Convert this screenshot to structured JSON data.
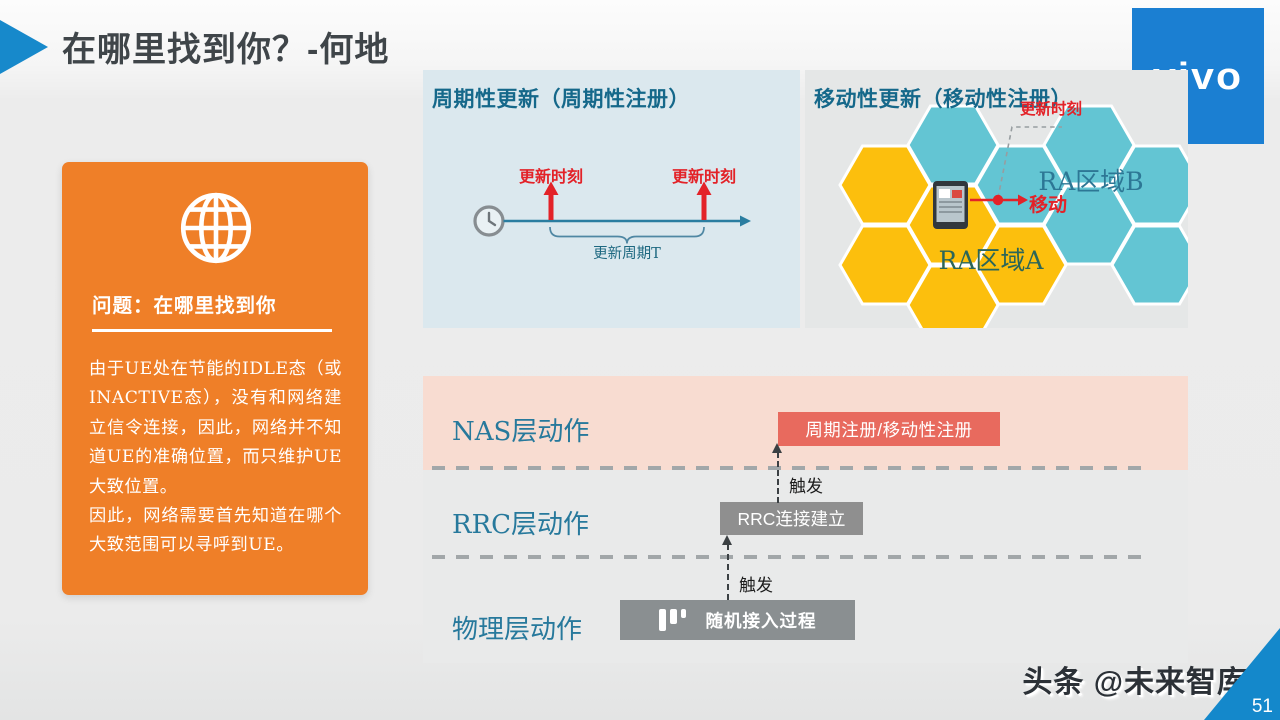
{
  "header": {
    "title": "在哪里找到你？-何地",
    "logo": "vivo"
  },
  "problem_card": {
    "heading": "问题：在哪里找到你",
    "paragraph_1": "由于UE处在节能的IDLE态（或INACTIVE态），没有和网络建立信令连接，因此，网络并不知道UE的准确位置，而只维护UE大致位置。",
    "paragraph_2": "因此，网络需要首先知道在哪个大致范围可以寻呼到UE。"
  },
  "periodic_panel": {
    "title": "周期性更新（周期性注册）",
    "update_marker_1": "更新时刻",
    "update_marker_2": "更新时刻",
    "period_label": "更新周期T"
  },
  "mobility_panel": {
    "title": "移动性更新（移动性注册）",
    "update_marker": "更新时刻",
    "move_label": "移动",
    "ra_area_a": "RA区域A",
    "ra_area_b": "RA区域B"
  },
  "layer_diagram": {
    "rows": [
      {
        "label": "NAS层动作",
        "box": "周期注册/移动性注册"
      },
      {
        "label": "RRC层动作",
        "box": "RRC连接建立"
      },
      {
        "label": "物理层动作",
        "box": "随机接入过程"
      }
    ],
    "trigger_label_1": "触发",
    "trigger_label_2": "触发"
  },
  "footer": {
    "watermark": "头条 @未来智库",
    "page_number": "51"
  },
  "colors": {
    "accent_blue": "#1789cb",
    "vivo_blue": "#1b7fd2",
    "card_orange": "#ef7f28",
    "panel_blue_bg": "#dbe8ee",
    "panel_gray_bg": "#e5e7e7",
    "panel_title_teal": "#15688a",
    "hex_yellow": "#fcbf0d",
    "hex_cyan": "#63c5d3",
    "marker_red": "#e32228",
    "nas_band_pink": "#f8dcd1",
    "nas_box_red": "#e86a5e",
    "gray_box": "#8f8f8f",
    "layer_label_teal": "#27799c",
    "timeline_blue": "#2a7da0"
  }
}
